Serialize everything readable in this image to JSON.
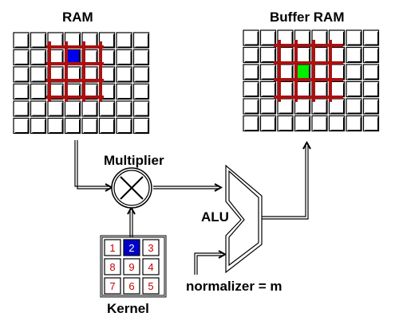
{
  "labels": {
    "ram": "RAM",
    "buffer_ram": "Buffer RAM",
    "multiplier": "Multiplier",
    "alu": "ALU",
    "kernel": "Kernel",
    "normalizer": "normalizer = m"
  },
  "ram_grid": {
    "rows": 6,
    "cols": 8,
    "highlight": {
      "row": 1,
      "col": 3
    }
  },
  "buffer_grid": {
    "rows": 6,
    "cols": 8,
    "highlight": {
      "row": 2,
      "col": 3
    }
  },
  "kernel": {
    "values": [
      "1",
      "2",
      "3",
      "8",
      "9",
      "4",
      "7",
      "6",
      "5"
    ],
    "highlight_index": 1
  },
  "colors": {
    "ram_highlight": "#0000ee",
    "buffer_highlight": "#00ee00",
    "window_overlay": "#aa1111",
    "kernel_digit": "#cc0000",
    "kernel_highlight": "#0000cc",
    "kernel_highlight_digit": "#ffffff",
    "line": "#000000"
  }
}
